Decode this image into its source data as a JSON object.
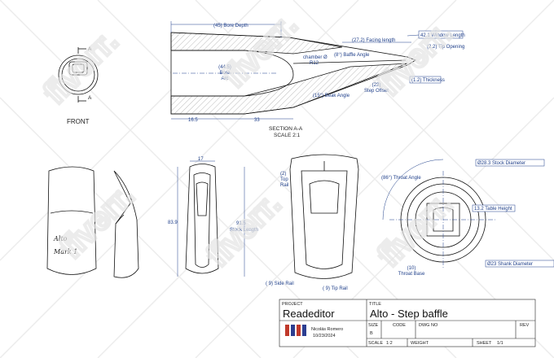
{
  "views": {
    "front": {
      "caption": "FRONT",
      "section_marks": [
        "A",
        "A"
      ]
    },
    "section": {
      "caption": "SECTION A-A",
      "scale": "SCALE 2:1"
    }
  },
  "dimensions": {
    "bore_depth": "(45) Bore Depth",
    "bore_arc": [
      "(44.5)",
      "Bore",
      "Arc"
    ],
    "chamber": [
      "chamber Ø",
      "R12"
    ],
    "facing_length": "(27.2) Facing length",
    "window_length": "42.1 Window Length",
    "baffle_angle": "(8°) Baffle Angle",
    "tip_opening": "(2.2) Tip Opening",
    "tip_thickness": "(1.2) Thickness",
    "step_offset": [
      "(23)",
      "Step Offset"
    ],
    "beak_angle": "(15°) Beak Angle",
    "len_16_5": "16.5",
    "len_33": "33",
    "width_17": "17",
    "height_83_9": "83.9",
    "stock_length": [
      "91.5",
      "Stock Length"
    ],
    "side_rail": "( 9) Side Rail",
    "top_rail": [
      "(2)",
      "Top",
      "Rail"
    ],
    "tip_rail": "( 9) Tip Rail",
    "throat_angle": "(86°) Throat Angle",
    "stock_diameter": "Ø28.3 Stock Diameter",
    "table_height": "13.2 Table Height",
    "shank_diameter": "Ø23 Shank Diameter",
    "throat_base": [
      "(10)",
      "Throat Base"
    ]
  },
  "engraving": [
    "Alto",
    "Mark 1"
  ],
  "title_block": {
    "project_label": "PROJECT",
    "project": "Readeditor",
    "title_label": "TITLE",
    "title": "Alto - Step baffle",
    "author": "Nicolás Romero",
    "date": "10/23/2024",
    "size_label": "SIZE",
    "size": "B",
    "code_label": "CODE",
    "dwg_label": "DWG NO",
    "rev_label": "REV",
    "scale_label": "SCALE",
    "scale": "1:2",
    "weight_label": "WEIGHT",
    "sheet_label": "SHEET",
    "sheet": "1/1"
  },
  "watermark": "fiverr."
}
